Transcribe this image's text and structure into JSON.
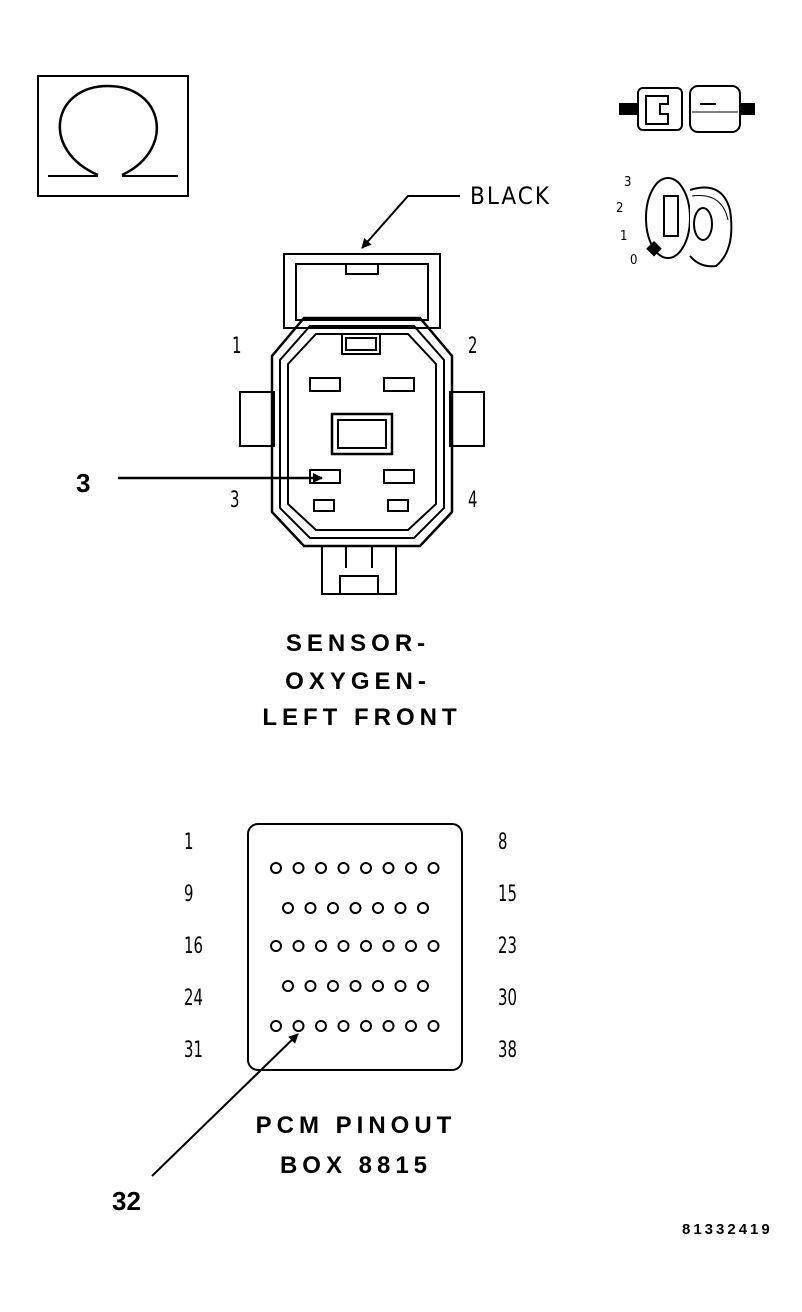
{
  "labels": {
    "black": "BLACK",
    "connector_title": [
      "SENSOR-",
      "OXYGEN-",
      "LEFT FRONT"
    ],
    "pcm_title": [
      "PCM PINOUT",
      "BOX 8815"
    ],
    "callout_connector": "3",
    "callout_pcm": "32",
    "part_number": "81332419"
  },
  "connector_pins": [
    "1",
    "2",
    "3",
    "4"
  ],
  "ignition_positions": [
    "3",
    "2",
    "1",
    "0"
  ],
  "pcm_pins": {
    "left": [
      "1",
      "9",
      "16",
      "24",
      "31"
    ],
    "right": [
      "8",
      "15",
      "23",
      "30",
      "38"
    ]
  },
  "icons": [
    "ohm-meter-icon",
    "disconnect-connector-icon",
    "ignition-key-icon"
  ]
}
